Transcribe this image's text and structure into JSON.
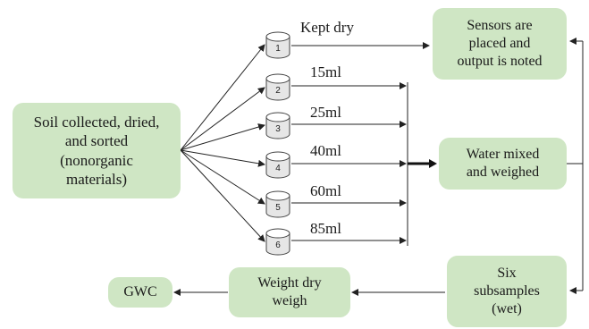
{
  "boxes": {
    "soil": "Soil collected, dried,\nand sorted\n(nonorganic\nmaterials)",
    "sensors": "Sensors are\nplaced and\noutput is noted",
    "water": "Water mixed\nand weighed",
    "six": "Six\nsubsamples\n(wet)",
    "weight": "Weight dry\nweigh",
    "gwc": "GWC"
  },
  "samples": [
    {
      "num": "1",
      "label": "Kept dry"
    },
    {
      "num": "2",
      "label": "15ml"
    },
    {
      "num": "3",
      "label": "25ml"
    },
    {
      "num": "4",
      "label": "40ml"
    },
    {
      "num": "5",
      "label": "60ml"
    },
    {
      "num": "6",
      "label": "85ml"
    }
  ]
}
